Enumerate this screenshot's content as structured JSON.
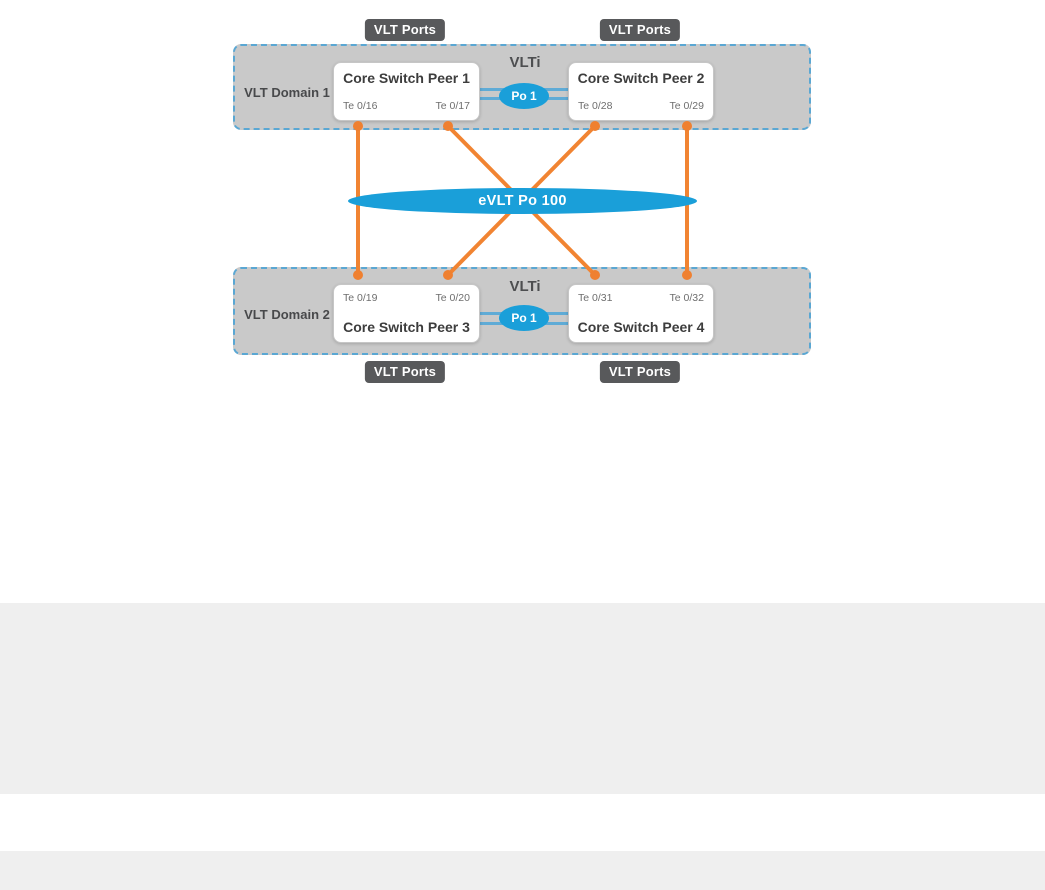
{
  "diagram": {
    "badges": {
      "top_left": "VLT Ports",
      "top_right": "VLT Ports",
      "bottom_left": "VLT Ports",
      "bottom_right": "VLT Ports"
    },
    "domains": [
      {
        "label": "VLT Domain 1",
        "vlti_label": "VLTi",
        "po_label": "Po 1",
        "switches": [
          {
            "title": "Core Switch Peer 1",
            "left_port": "Te 0/16",
            "right_port": "Te 0/17"
          },
          {
            "title": "Core Switch Peer 2",
            "left_port": "Te 0/28",
            "right_port": "Te 0/29"
          }
        ]
      },
      {
        "label": "VLT Domain 2",
        "vlti_label": "VLTi",
        "po_label": "Po 1",
        "switches": [
          {
            "title": "Core Switch Peer 3",
            "left_port": "Te 0/19",
            "right_port": "Te 0/20"
          },
          {
            "title": "Core Switch Peer 4",
            "left_port": "Te 0/31",
            "right_port": "Te 0/32"
          }
        ]
      }
    ],
    "evlt": {
      "label": "eVLT Po 100"
    },
    "links": [
      {
        "from": "Te 0/16",
        "to": "Te 0/19"
      },
      {
        "from": "Te 0/17",
        "to": "Te 0/31"
      },
      {
        "from": "Te 0/28",
        "to": "Te 0/20"
      },
      {
        "from": "Te 0/29",
        "to": "Te 0/32"
      }
    ],
    "colors": {
      "domain_fill": "#c9c9c9",
      "domain_border": "#5aa7d3",
      "badge_bg": "#58595b",
      "link_orange": "#f18432",
      "vlt_blue": "#1a9fd9",
      "band_gray": "#efefef"
    }
  }
}
